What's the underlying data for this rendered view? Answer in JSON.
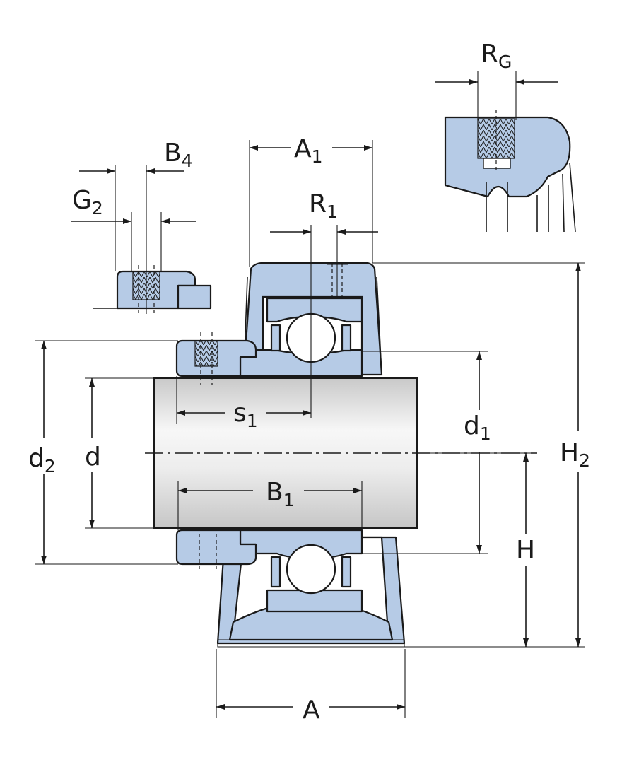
{
  "diagram": {
    "labels": {
      "rg": {
        "main": "R",
        "sub": "G"
      },
      "a1": {
        "main": "A",
        "sub": "1"
      },
      "b4": {
        "main": "B",
        "sub": "4"
      },
      "g2": {
        "main": "G",
        "sub": "2"
      },
      "r1": {
        "main": "R",
        "sub": "1"
      },
      "s1": {
        "main": "s",
        "sub": "1"
      },
      "d1": {
        "main": "d",
        "sub": "1"
      },
      "d2": {
        "main": "d",
        "sub": "2"
      },
      "d": {
        "main": "d"
      },
      "b1": {
        "main": "B",
        "sub": "1"
      },
      "h2": {
        "main": "H",
        "sub": "2"
      },
      "h": {
        "main": "H"
      },
      "a": {
        "main": "A"
      }
    },
    "colors": {
      "part_fill": "#b6cbe6",
      "outline": "#1a1a1a",
      "shaft_light": "#f7f7f7",
      "shaft_dark": "#c9c9c9"
    }
  }
}
